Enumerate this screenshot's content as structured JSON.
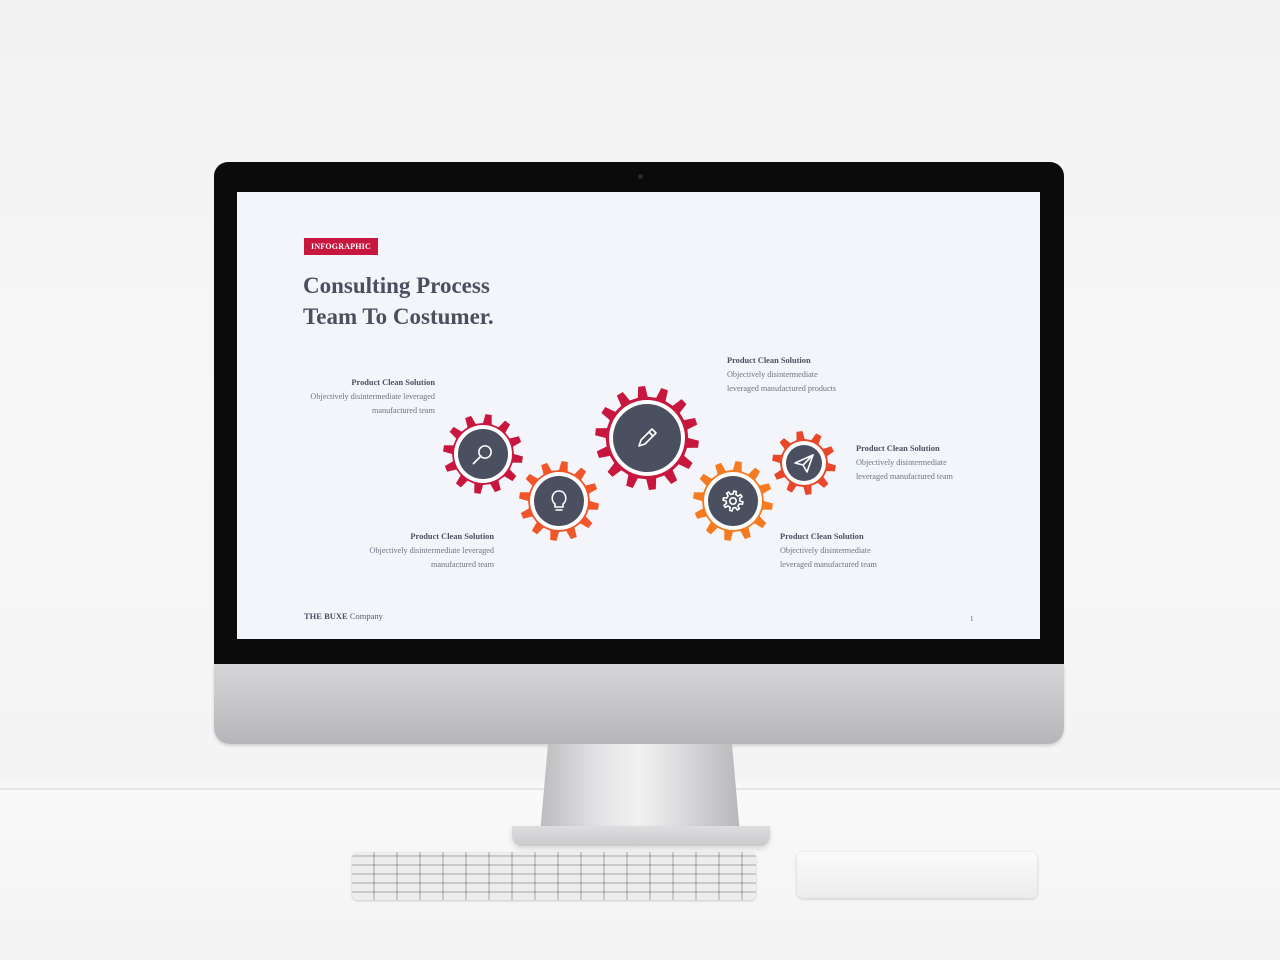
{
  "slide": {
    "tag": "INFOGRAPHIC",
    "title_line1": "Consulting Process",
    "title_line2": "Team To Costumer.",
    "brand_bold": "THE BUXE",
    "brand_rest": " Company",
    "page_number": "1"
  },
  "annotations": [
    {
      "heading": "Product Clean Solution",
      "line1": "Objectively disintermediate leveraged",
      "line2": "manufactured team"
    },
    {
      "heading": "Product Clean Solution",
      "line1": "Objectively disintermediate leveraged",
      "line2": "manufactured team"
    },
    {
      "heading": "Product Clean Solution",
      "line1": "Objectively disintermediate",
      "line2": "leveraged manufactured products"
    },
    {
      "heading": "Product Clean Solution",
      "line1": "Objectively disintermediate",
      "line2": "leveraged manufactured team"
    },
    {
      "heading": "Product Clean Solution",
      "line1": "Objectively disintermediate",
      "line2": "leveraged manufactured team"
    }
  ],
  "gears": [
    {
      "icon": "magnifier-icon",
      "color": "#c8173f"
    },
    {
      "icon": "lightbulb-icon",
      "color": "#f0562a"
    },
    {
      "icon": "pencil-icon",
      "color": "#c8173f"
    },
    {
      "icon": "gear-icon",
      "color": "#f47b20"
    },
    {
      "icon": "paper-plane-icon",
      "color": "#e8482a"
    }
  ],
  "colors": {
    "accent": "#c8173f",
    "gear_core": "#4b5060",
    "screen_bg": "#f4f5fa"
  }
}
